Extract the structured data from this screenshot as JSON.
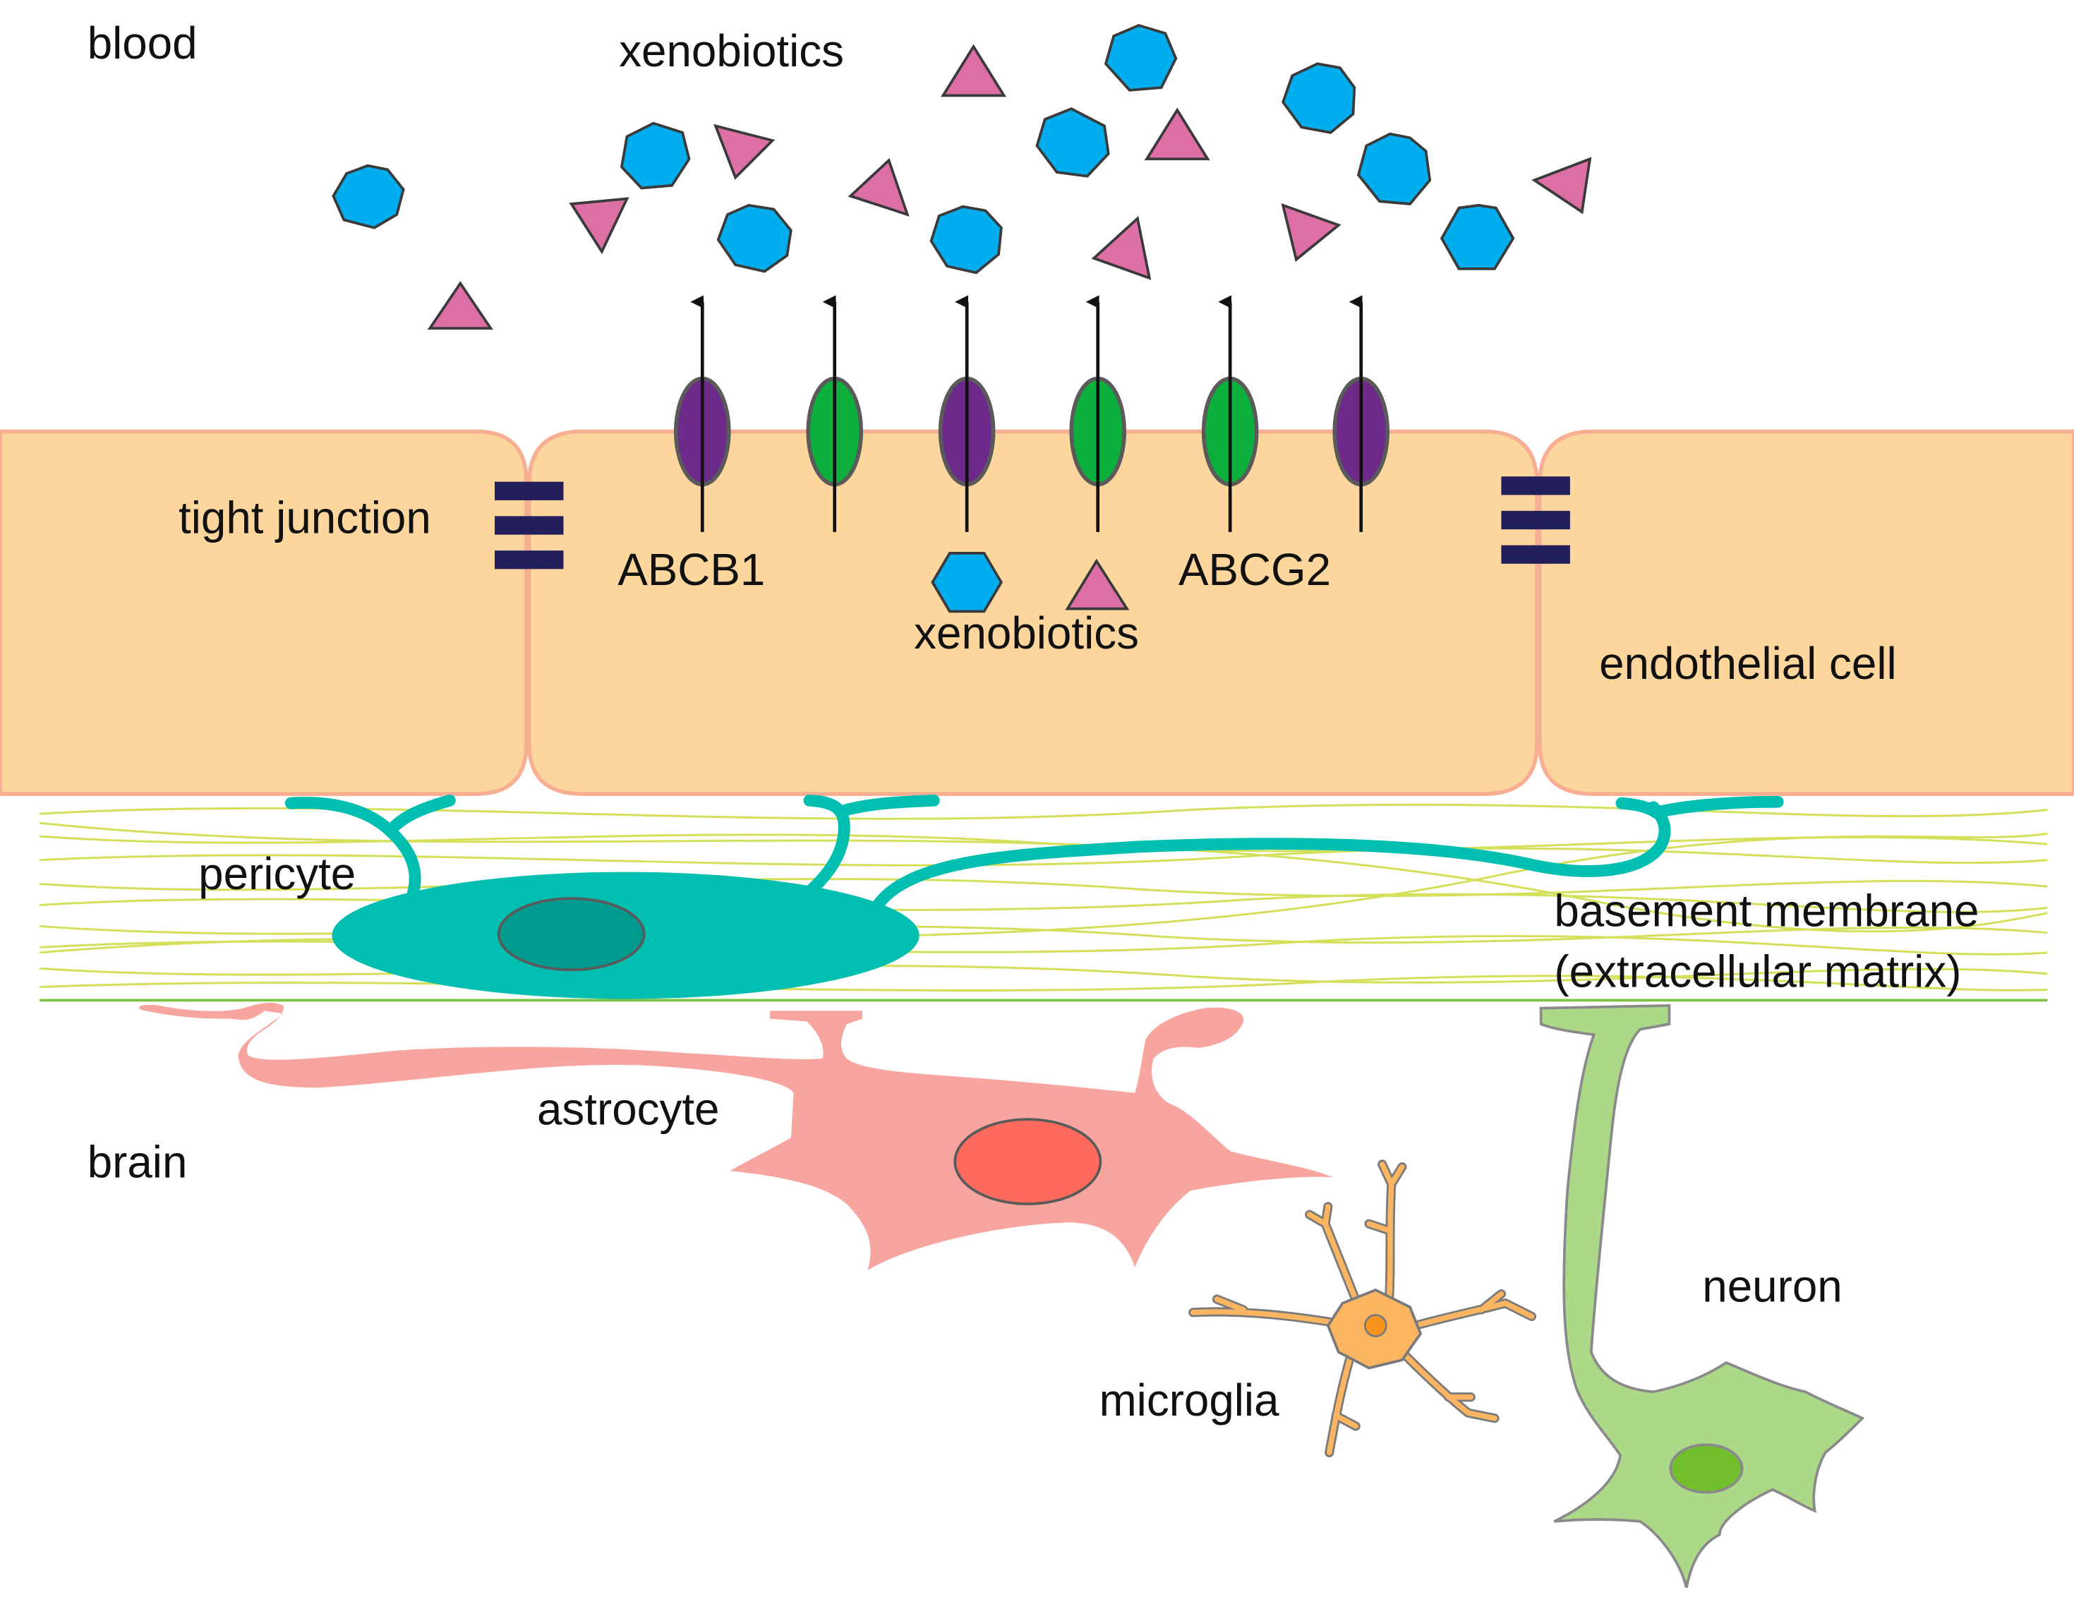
{
  "labels": {
    "blood": "blood",
    "xenobiotics_top": "xenobiotics",
    "tight_junction": "tight junction",
    "abcb1": "ABCB1",
    "abcg2": "ABCG2",
    "xenobiotics_inner": "xenobiotics",
    "endothelial_cell": "endothelial cell",
    "pericyte": "pericyte",
    "basement_membrane_line1": "basement membrane",
    "basement_membrane_line2": "(extracellular matrix)",
    "astrocyte": "astrocyte",
    "brain": "brain",
    "microglia": "microglia",
    "neuron": "neuron"
  },
  "colors": {
    "endothelial_fill": "#fcd69c",
    "endothelial_border": "#f7ae92",
    "tight_junction": "#231f5c",
    "transporter_purple": "#6e2a8a",
    "transporter_green": "#0aaf3c",
    "xenobiotic_hexagon": "#00aeef",
    "xenobiotic_triangle": "#dd6ea6",
    "basement_fibers": "#d5e05a",
    "basement_line": "#7cc242",
    "pericyte": "#00bfb0",
    "pericyte_nucleus": "#009a8f",
    "astrocyte": "#f7a59e",
    "astrocyte_nucleus": "#ff6a5e",
    "microglia": "#fbb561",
    "microglia_nucleus": "#f7941d",
    "neuron": "#acd987",
    "neuron_nucleus": "#71c02b"
  },
  "transporters": [
    "purple",
    "green",
    "purple",
    "green",
    "green",
    "purple"
  ]
}
